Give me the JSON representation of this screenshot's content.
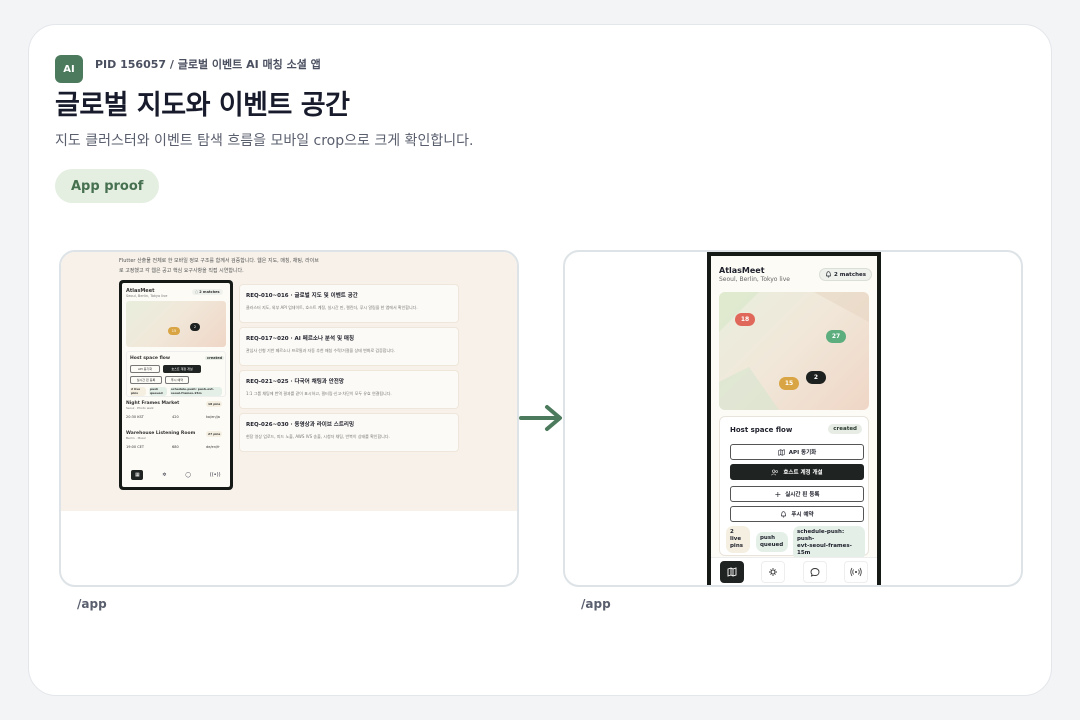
{
  "header": {
    "badge": "AI",
    "pid_line": "PID 156057 / 글로벌 이벤트 AI 매칭 소셜 앱",
    "title": "글로벌 지도와 이벤트 공간",
    "subtitle": "지도 클러스터와 이벤트 탐색 흐름을 모바일 crop으로 크게 확인합니다.",
    "proof_label": "App proof"
  },
  "panels": {
    "left_route": "/app",
    "right_route": "/app"
  },
  "left": {
    "intro": "Flutter 산출물 전체로 한 모바일 정보 구조를 함께서 검증합니다. 웹은 지도, 매칭, 채팅, 라이브로 고정했고 각 웹은 공고 핵심 요구사항을 직접 시연합니다.",
    "mini": {
      "app_name": "AtlasMeet",
      "cities": "Seoul, Berlin, Tokyo live",
      "matches": "2 matches",
      "flow_title": "Host space flow",
      "created": "created",
      "b1": "API 동기화",
      "b2": "호스트 계정 개설",
      "b3": "실시간 핀 등록",
      "b4": "푸시 예약",
      "c1": "2 live pins",
      "c2": "push queued",
      "c3": "schedule-push: push-evt-seoul-frames-15m",
      "ev1_title": "Night Frames Market",
      "ev1_sub": "Seoul · Photo walk",
      "ev1_pins": "18 pins",
      "ev1_time": "20:30 KST",
      "ev1_count": "420",
      "ev1_lang": "ko/en/ja",
      "ev2_title": "Warehouse Listening Room",
      "ev2_sub": "Berlin · Music",
      "ev2_pins": "27 pins",
      "ev2_time": "19:00 CET",
      "ev2_count": "680",
      "ev2_lang": "de/en/fr",
      "cl_a": "15",
      "cl_b": "2"
    },
    "reqs": [
      {
        "title": "REQ-010~016 · 글로벌 지도 및 이벤트 공간",
        "desc": "클러스터 지도, 외부 API 업데이트, 호스트 계정, 실시간 핀, 캘린더, 푸시 알림을 한 앱에서 확인합니다."
      },
      {
        "title": "REQ-017~020 · AI 페르소나 분석 및 매칭",
        "desc": "관심사 선형 기반 페르소나 프로필과 자동 추천 매칭 수락/거절을 상태 변화로 검증합니다."
      },
      {
        "title": "REQ-021~025 · 다국어 채팅과 안전망",
        "desc": "1:1 그룹 채팅에 번역 결과를 같이 표시하고, 필터링·신고·차단이 모두 유효 연결됩니다."
      },
      {
        "title": "REQ-026~030 · 동영상과 라이브 스트리밍",
        "desc": "현장 영상 업로드, 피드 노출, AWS IVS 송출, 시청자 채팅, 반복이 상태를 확인합니다."
      }
    ]
  },
  "phone": {
    "app_name": "AtlasMeet",
    "cities": "Seoul, Berlin, Tokyo live",
    "matches": "2 matches",
    "clusters": [
      "18",
      "27",
      "15",
      "2"
    ],
    "flow_title": "Host space flow",
    "created": "created",
    "buttons": {
      "api": "API 동기화",
      "host": "호스트 계정 개설",
      "pin": "실시간 핀 등록",
      "push": "푸시 예약"
    },
    "chips": {
      "live": "2\nlive\npins",
      "queued": "push\nqueued",
      "schedule": "schedule-push: push-\nevt-seoul-frames-\n15m"
    },
    "icons": {
      "bell": "bell-icon",
      "map": "map-icon",
      "sparkle": "sparkle-icon",
      "chat": "chat-icon",
      "live": "broadcast-icon"
    }
  },
  "colors": {
    "accent_green": "#4c7a5c",
    "cluster_red": "#e0685a",
    "cluster_green": "#5cae7e",
    "cluster_gold": "#d9a443",
    "cluster_dark": "#1d211f"
  }
}
